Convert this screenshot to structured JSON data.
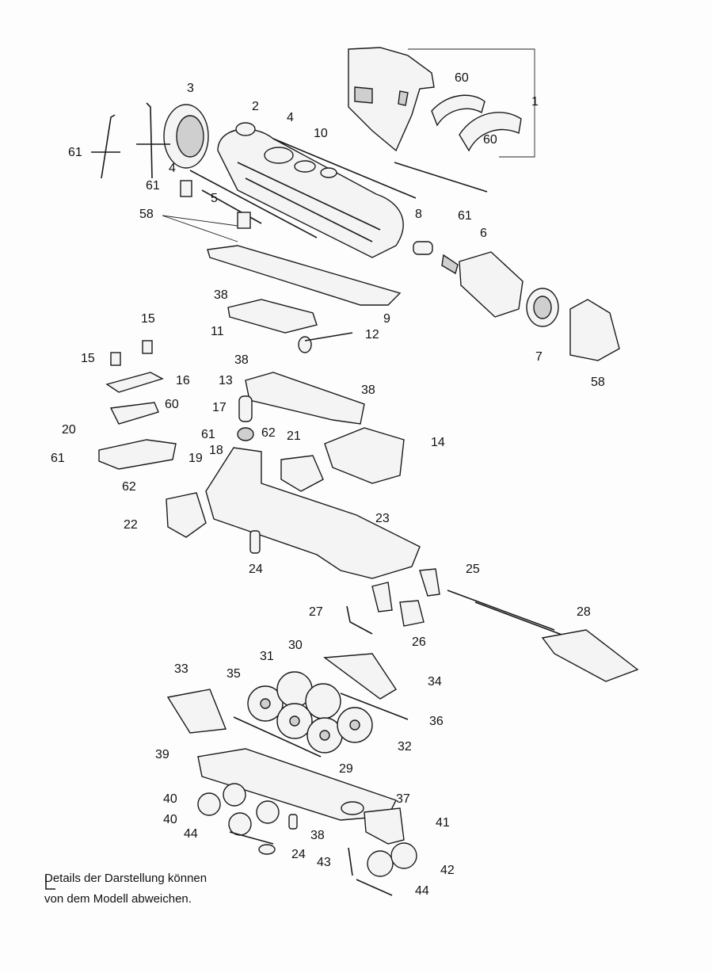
{
  "labels": {
    "l1": "1",
    "l2": "2",
    "l3": "3",
    "l4a": "4",
    "l4b": "4",
    "l5": "5",
    "l6": "6",
    "l7": "7",
    "l8": "8",
    "l9": "9",
    "l10": "10",
    "l11": "11",
    "l12": "12",
    "l13": "13",
    "l14": "14",
    "l15a": "15",
    "l15b": "15",
    "l16": "16",
    "l17": "17",
    "l18": "18",
    "l19": "19",
    "l20": "20",
    "l21": "21",
    "l22": "22",
    "l23": "23",
    "l24a": "24",
    "l24b": "24",
    "l25": "25",
    "l26": "26",
    "l27": "27",
    "l28": "28",
    "l29": "29",
    "l30": "30",
    "l31": "31",
    "l32": "32",
    "l33": "33",
    "l34": "34",
    "l35": "35",
    "l36": "36",
    "l37": "37",
    "l38a": "38",
    "l38b": "38",
    "l38c": "38",
    "l38d": "38",
    "l39": "39",
    "l40a": "40",
    "l40b": "40",
    "l41": "41",
    "l42": "42",
    "l43": "43",
    "l44a": "44",
    "l44b": "44",
    "l58a": "58",
    "l58b": "58",
    "l60a": "60",
    "l60b": "60",
    "l60c": "60",
    "l61a": "61",
    "l61b": "61",
    "l61c": "61",
    "l61d": "61",
    "l61e": "61",
    "l62a": "62",
    "l62b": "62"
  },
  "note": {
    "line1": "Details der Darstellung können",
    "line2": "von dem Modell abweichen."
  }
}
